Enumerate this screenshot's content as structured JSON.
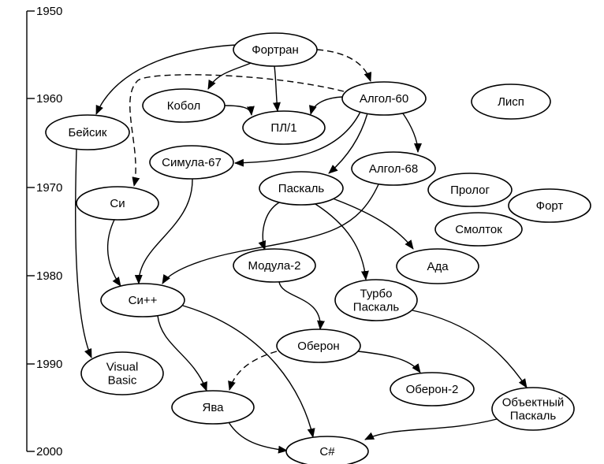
{
  "timeline": {
    "ticks": [
      "1950",
      "1960",
      "1970",
      "1980",
      "1990",
      "2000"
    ]
  },
  "nodes": {
    "fortran": {
      "label": [
        "Фортран"
      ]
    },
    "algol60": {
      "label": [
        "Алгол-60"
      ]
    },
    "lisp": {
      "label": [
        "Лисп"
      ]
    },
    "cobol": {
      "label": [
        "Кобол"
      ]
    },
    "pl1": {
      "label": [
        "ПЛ/1"
      ]
    },
    "basic": {
      "label": [
        "Бейсик"
      ]
    },
    "simula": {
      "label": [
        "Симула-67"
      ]
    },
    "algol68": {
      "label": [
        "Алгол-68"
      ]
    },
    "pascal": {
      "label": [
        "Паскаль"
      ]
    },
    "prolog": {
      "label": [
        "Пролог"
      ]
    },
    "forth": {
      "label": [
        "Форт"
      ]
    },
    "smalltalk": {
      "label": [
        "Смолток"
      ]
    },
    "c": {
      "label": [
        "Си"
      ]
    },
    "modula2": {
      "label": [
        "Модула-2"
      ]
    },
    "ada": {
      "label": [
        "Ада"
      ]
    },
    "cpp": {
      "label": [
        "Си++"
      ]
    },
    "turbo": {
      "label": [
        "Турбо",
        "Паскаль"
      ]
    },
    "oberon": {
      "label": [
        "Оберон"
      ]
    },
    "vb": {
      "label": [
        "Visual",
        "Basic"
      ]
    },
    "oberon2": {
      "label": [
        "Оберон-2"
      ]
    },
    "objpascal": {
      "label": [
        "Объектный",
        "Паскаль"
      ]
    },
    "java": {
      "label": [
        "Ява"
      ]
    },
    "csharp": {
      "label": [
        "C#"
      ]
    }
  },
  "edges": [
    {
      "from": "fortran",
      "to": "basic"
    },
    {
      "from": "fortran",
      "to": "cobol"
    },
    {
      "from": "fortran",
      "to": "pl1"
    },
    {
      "from": "fortran",
      "to": "algol60",
      "style": "dashed"
    },
    {
      "from": "cobol",
      "to": "pl1"
    },
    {
      "from": "algol60",
      "to": "pl1"
    },
    {
      "from": "algol60",
      "to": "c",
      "style": "dashed"
    },
    {
      "from": "algol60",
      "to": "simula"
    },
    {
      "from": "algol60",
      "to": "pascal"
    },
    {
      "from": "algol60",
      "to": "algol68"
    },
    {
      "from": "algol68",
      "to": "cpp"
    },
    {
      "from": "simula",
      "to": "cpp"
    },
    {
      "from": "c",
      "to": "cpp"
    },
    {
      "from": "basic",
      "to": "vb"
    },
    {
      "from": "pascal",
      "to": "modula2"
    },
    {
      "from": "pascal",
      "to": "turbo"
    },
    {
      "from": "pascal",
      "to": "ada"
    },
    {
      "from": "modula2",
      "to": "oberon"
    },
    {
      "from": "oberon",
      "to": "oberon2"
    },
    {
      "from": "oberon",
      "to": "java",
      "style": "dashed"
    },
    {
      "from": "cpp",
      "to": "java"
    },
    {
      "from": "cpp",
      "to": "csharp"
    },
    {
      "from": "java",
      "to": "csharp"
    },
    {
      "from": "turbo",
      "to": "objpascal"
    },
    {
      "from": "objpascal",
      "to": "csharp"
    }
  ]
}
